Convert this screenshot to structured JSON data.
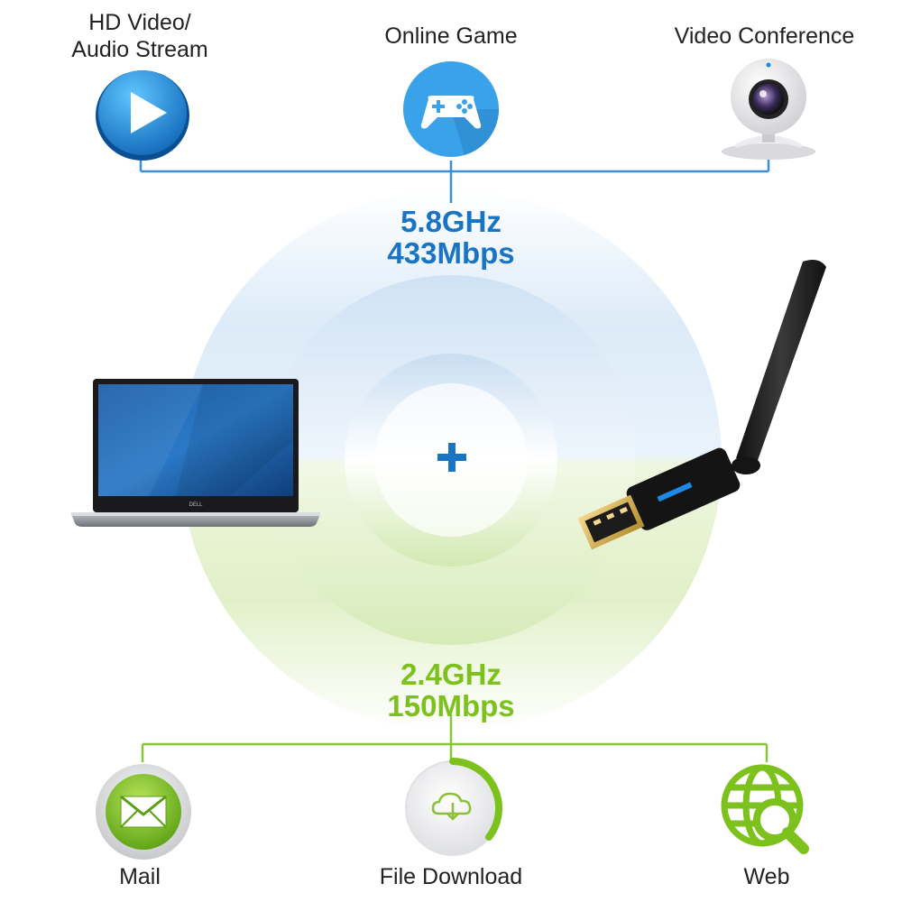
{
  "top": {
    "items": [
      {
        "label_line1": "HD Video/",
        "label_line2": "Audio Stream",
        "icon": "play-icon"
      },
      {
        "label": "Online Game",
        "icon": "gamepad-icon"
      },
      {
        "label": "Video Conference",
        "icon": "webcam-icon"
      }
    ],
    "band_freq": "5.8GHz",
    "band_speed": "433Mbps"
  },
  "bottom": {
    "band_freq": "2.4GHz",
    "band_speed": "150Mbps",
    "items": [
      {
        "label": "Mail",
        "icon": "mail-icon"
      },
      {
        "label": "File Download",
        "icon": "cloud-download-icon"
      },
      {
        "label": "Web",
        "icon": "globe-search-icon"
      }
    ]
  },
  "laptop_brand": "DELL",
  "colors": {
    "blue_accent": "#1a74c4",
    "green_accent": "#7cc11c",
    "blue_line": "#3a8fd8",
    "green_line": "#86c63a"
  }
}
